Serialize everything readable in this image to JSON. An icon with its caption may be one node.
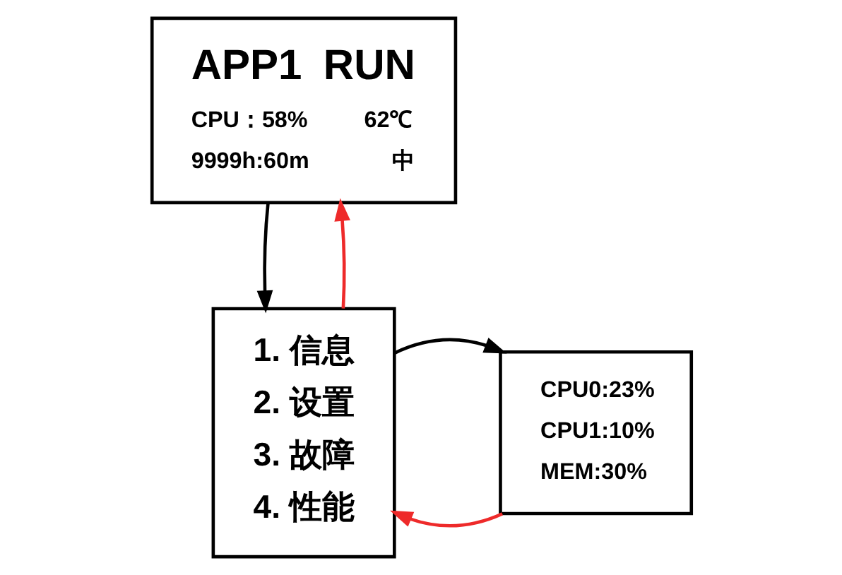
{
  "diagram": {
    "nodes": [
      {
        "text": [
          "APP1",
          "RUN",
          "CPU：58%",
          "62℃",
          "9999h:60m",
          "中"
        ]
      },
      {
        "text": [
          "1. 信息",
          "2. 设置",
          "3. 故障",
          "4. 性能"
        ]
      },
      {
        "text": [
          "CPU0:23%",
          "CPU1:10%",
          "MEM:30%"
        ]
      }
    ],
    "edges": [
      {
        "from": 0,
        "to": 1,
        "arrow": "to"
      },
      {
        "from": 1,
        "to": 0,
        "arrow": "to",
        "color": "#ee2a2a"
      },
      {
        "from": 2,
        "to": 1,
        "arrow": "to",
        "color": "#ee2a2a"
      },
      {
        "from": 1,
        "to": 2,
        "arrow": "to"
      }
    ]
  }
}
